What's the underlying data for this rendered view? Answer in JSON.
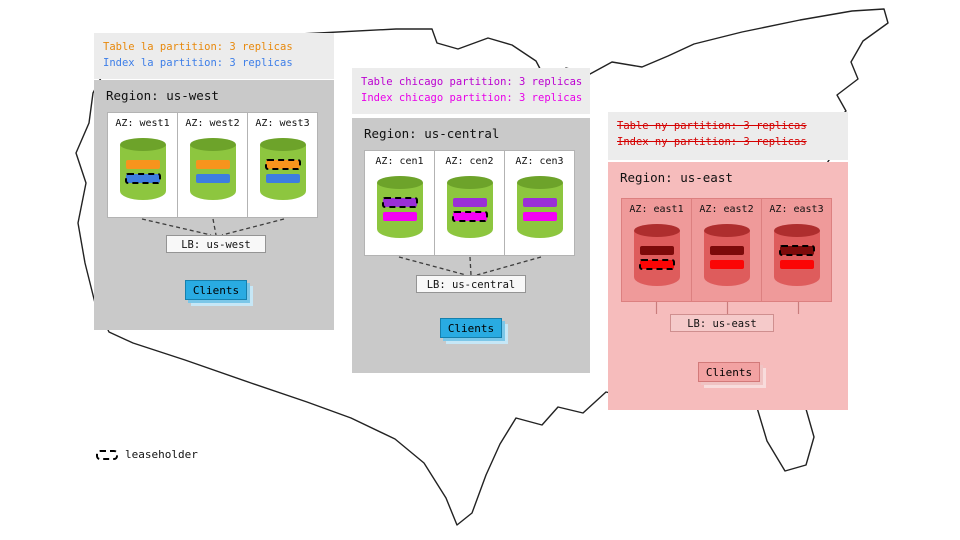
{
  "legend": {
    "label": "leaseholder"
  },
  "colors": {
    "region_gray": "#c9c9c9",
    "region_pink": "#f6bcbc",
    "cylinder_green": "#8dc63f",
    "cylinder_green_top": "#6da32a",
    "cylinder_red": "#de5c5c",
    "cylinder_red_top": "#ae2e2e",
    "table_la_bar": "#f7941d",
    "index_la_bar": "#3e7de0",
    "table_chicago_bar": "#9a2fd6",
    "index_chicago_bar": "#f400f4",
    "table_ny_bar": "#7c0a0a",
    "index_ny_bar": "#fb0505",
    "clients_blue": "#29abe2",
    "clients_pink": "#f2a2a2",
    "annotation_orange": "#e8890c",
    "annotation_blue": "#3d7ee8",
    "annotation_magenta": "#e800e8",
    "annotation_red_struck": "#d40000"
  },
  "regions": [
    {
      "title": "Region: us-west",
      "annotation": [
        "Table la partition: 3 replicas",
        "Index la partition: 3 replicas"
      ],
      "annotation_strikethrough": false,
      "azs": [
        {
          "label": "AZ: west1",
          "replicas": [
            {
              "partition": "table la",
              "leaseholder": false
            },
            {
              "partition": "index la",
              "leaseholder": true
            }
          ]
        },
        {
          "label": "AZ: west2",
          "replicas": [
            {
              "partition": "table la",
              "leaseholder": false
            },
            {
              "partition": "index la",
              "leaseholder": false
            }
          ]
        },
        {
          "label": "AZ: west3",
          "replicas": [
            {
              "partition": "table la",
              "leaseholder": true
            },
            {
              "partition": "index la",
              "leaseholder": false
            }
          ]
        }
      ],
      "lb": "LB: us-west",
      "clients": "Clients"
    },
    {
      "title": "Region: us-central",
      "annotation": [
        "Table chicago partition: 3 replicas",
        "Index chicago partition: 3 replicas"
      ],
      "annotation_strikethrough": false,
      "azs": [
        {
          "label": "AZ: cen1",
          "replicas": [
            {
              "partition": "table chicago",
              "leaseholder": true
            },
            {
              "partition": "index chicago",
              "leaseholder": false
            }
          ]
        },
        {
          "label": "AZ: cen2",
          "replicas": [
            {
              "partition": "table chicago",
              "leaseholder": false
            },
            {
              "partition": "index chicago",
              "leaseholder": true
            }
          ]
        },
        {
          "label": "AZ: cen3",
          "replicas": [
            {
              "partition": "table chicago",
              "leaseholder": false
            },
            {
              "partition": "index chicago",
              "leaseholder": false
            }
          ]
        }
      ],
      "lb": "LB: us-central",
      "clients": "Clients"
    },
    {
      "title": "Region: us-east",
      "annotation": [
        "Table ny partition: 3 replicas",
        "Index ny partition: 3 replicas"
      ],
      "annotation_strikethrough": true,
      "azs": [
        {
          "label": "AZ: east1",
          "replicas": [
            {
              "partition": "table ny",
              "leaseholder": false
            },
            {
              "partition": "index ny",
              "leaseholder": true
            }
          ]
        },
        {
          "label": "AZ: east2",
          "replicas": [
            {
              "partition": "table ny",
              "leaseholder": false
            },
            {
              "partition": "index ny",
              "leaseholder": false
            }
          ]
        },
        {
          "label": "AZ: east3",
          "replicas": [
            {
              "partition": "table ny",
              "leaseholder": true
            },
            {
              "partition": "index ny",
              "leaseholder": false
            }
          ]
        }
      ],
      "lb": "LB: us-east",
      "clients": "Clients"
    }
  ]
}
